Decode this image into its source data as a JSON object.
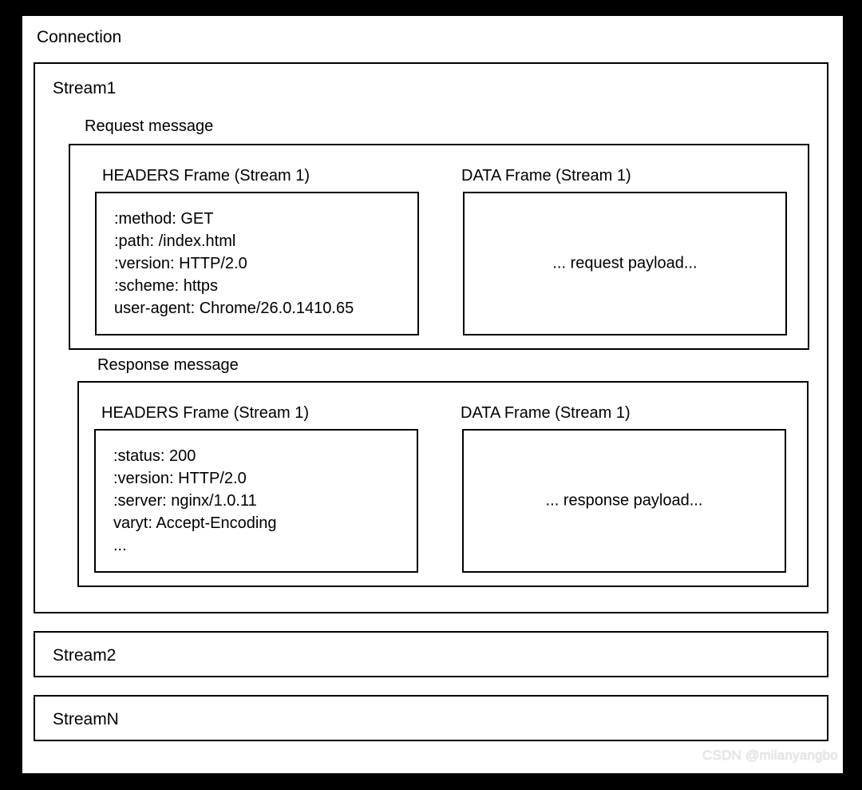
{
  "diagram": {
    "connection_label": "Connection",
    "streams": [
      {
        "name": "Stream1",
        "messages": [
          {
            "title": "Request message",
            "headers_frame": {
              "label": "HEADERS Frame (Stream 1)",
              "fields": [
                ":method: GET",
                ":path: /index.html",
                ":version: HTTP/2.0",
                ":scheme: https",
                "user-agent: Chrome/26.0.1410.65"
              ]
            },
            "data_frame": {
              "label": "DATA Frame (Stream 1)",
              "payload": "... request payload..."
            }
          },
          {
            "title": "Response message",
            "headers_frame": {
              "label": "HEADERS Frame (Stream 1)",
              "fields": [
                ":status: 200",
                ":version: HTTP/2.0",
                ":server: nginx/1.0.11",
                "varyt: Accept-Encoding",
                "..."
              ]
            },
            "data_frame": {
              "label": "DATA Frame (Stream 1)",
              "payload": "... response payload..."
            }
          }
        ]
      },
      {
        "name": "Stream2"
      },
      {
        "name": "StreamN"
      }
    ]
  },
  "watermark": {
    "text": "CSDN @milanyangbo"
  },
  "colors": {
    "page_background": "#ffffff",
    "canvas_background": "#000000",
    "stroke": "#000000",
    "text": "#000000",
    "watermark": "#e8e8e8"
  }
}
